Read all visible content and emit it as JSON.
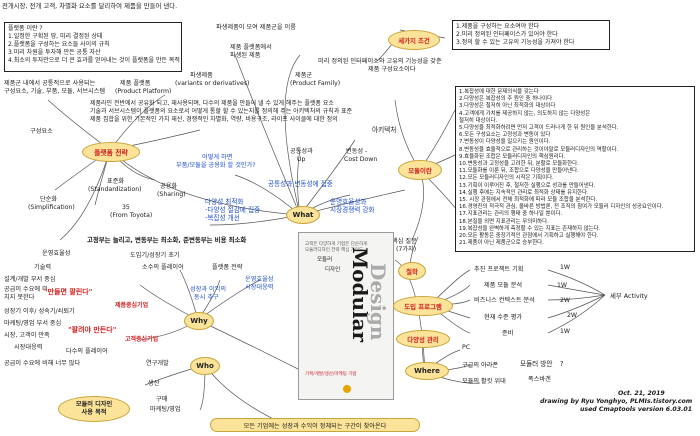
{
  "header": {
    "top_note": "전개시장, 전개 고객, 차별화 요소를 달리하여 제품을 만들어 낸다.",
    "center_bar": "고정부는 늘리고, 변동부는 최소화, 준변동부는 비용 최소화",
    "bottom_bar": "모든 기업에는 성장과 수익이 정체되는 구간이 찾아온다"
  },
  "nodes": {
    "platform": "플랫폼 전략",
    "what": "What",
    "why": "Why",
    "who": "Who",
    "where": "Where",
    "three_conditions": "세가지 조건",
    "modular_benefit": "모듈이란",
    "philosophy": "철학",
    "intro_program": "도입 프로그램",
    "variety_mgmt": "다양성 관리",
    "modular_purpose": "모듈러 디자인\n사용 목적"
  },
  "platform_box": [
    "플랫폼 이란 ?",
    "1.일정한 구획된 땅, 미리 결정된 상태",
    "2.플랫폼을 구성하는 요소들 사이의 규칙",
    "3.미리 차원을 투자해 만든 공통 자산",
    "4.최소의 투자만으로 더 큰 효과를 얻어내는 것이 플랫폼을 만든 목적"
  ],
  "conditions_box": [
    "1.제품을 구성하는 요소여야 한다",
    "2.미리 정의된 인터페이스가 있어야 한다",
    "3.정의 할 수 있는 고유의 기능성을 가져야 한다"
  ],
  "list_box": [
    "1.복잡성에 대한 문제의식을 갖는다",
    "2.다양성은 복잡성의 주 원인 중 하나이다",
    "3.다양성은 철저히 아닌 최적화의 대상이다",
    "4.고객에게 가치를 제공하지 않는, 의도하지 않는 다양성은",
    "   철저히 대상이다.",
    "5.다양성을 최적화하려면 먼저 고객이 드러나게 한 뒤 원인을 분석한다.",
    "6.모든 구성요소는 고정성과 변동이 있다",
    "7.변동성이 다양성을 일으키는 원인이다.",
    "8.변동성을 효율적으로 관리하는 것이야말로 모듈러디자인의 역할이다.",
    "9.효율화된 조합은 모듈러디자인의 핵심원리다.",
    "10.변동성과 고정성을 고려한 뒤, 분할로 모듈화한다.",
    "11.모듈화를 이룬 뒤, 조합으로 다양성을 만들어낸다.",
    "12.모든 모듈러디자인의 시작은 기획이다.",
    "13.기획이 이루어진 후, 철저한 실행으로 성과를 만들어낸다.",
    "14.실행 후에는 지속적인 관리로 최적화 상태를 유지한다.",
    "15. 시장 관점에서 전체 최적화에 따라 모듈 조합을 분석한다.",
    "16.경영진의 적극적 관심, 올바른 방법론, 전 조직의 참여가 모듈러 디자인의 성공요인이다.",
    "17.지표관리는 관리의 행태 중 하나일 뿐이다.",
    "18.본질을 외면 지표관리는 무의미하다.",
    "19.복잡성을 완벽하게 측정할 수 있는 지표는 존재하지 않는다.",
    "20.모든 활동은 중장기적인 관점에서 기획하고 실행해야 한다.",
    "21.제품이 아닌 제품군으로 승부한다."
  ],
  "labels": {
    "derived_products": "파생제품이 모여 제품군을 이룸",
    "product_platform_def": "제품군 내에서 공통적으로 사용되는",
    "product_platform_def2": "구성요소, 기술, 부품, 모듈, 서브시스템",
    "product_platform": "제품 플랫폼",
    "product_platform_en": "(Product Platform)",
    "derivative": "제품 플랫폼에서",
    "derivative2": "파생된 제품",
    "derivative_title": "파생제품",
    "derivative_en": "(variants or derivatives)",
    "family": "제품군",
    "family_en": "(Product Family)",
    "interface_note": "미리 정의된 인터페이스와 고유의 기능성을 갖춘",
    "interface_note2": "제품 구성요소이다",
    "architecture": "아키텍처",
    "platform_para1": "제품라인 전반에서 공유화 되고, 재사용되며, 다수의 제품을 만들어 낼 수 있게 해주는 플랫폼 요소",
    "platform_para2": "기술과 서브시스템이 플랫폼의 요소로서 어떻게 통할 할 수 있는지를 정의해 주는 아키텍처의 규칙과 표준",
    "platform_para3": "제품 집합을 위한 기본적인 가치 재산, 경쟁적인 차별화, 역량, 비용구조, 라이프 사이클에 대한 정의",
    "components": "구성요소",
    "question_platform": "어떻게 하면",
    "question_platform2": "부품/모듈을 공용화 할 것인가?",
    "standardization": "표준화",
    "standardization_en": "(Standardization)",
    "sharing": "공용화",
    "sharing_en": "(Sharing)",
    "simplification": "단순화",
    "simplification_en": "(Simplification)",
    "toyota": "35",
    "toyota_en": "(From Toyota)",
    "fixed_cost": "공통성과",
    "fixed_cost2": "Up",
    "variable_cost": "변동성 -",
    "variable_cost2": "Cost Down",
    "concentration": "공통성과 변동성에 집중",
    "variety_opt": "다양성 최적화",
    "variety_opt2": "-다양성 절감에 집중",
    "variety_opt3": "-복잡성 개선",
    "ops": "운영효율성과",
    "ops2": "시장경쟁력 강화",
    "core_question": "핵심 질문",
    "core_question2": "(7가지)",
    "ops_efficiency": "운영효율성",
    "tech": "기술력",
    "design_dev": "설계/개발 부서 중심",
    "supply": "공급이 수요에 미",
    "supply2": "치지 못한다",
    "make_fast": "\"만들면 팔린다\"",
    "growth": "성장기 이후/ 성숙기/쇠퇴기",
    "marketing": "마케팅/영업 부서 중심",
    "market": "시장, 고객이 만족",
    "sell_fast": "\"팔려야 만든다\"",
    "market_centric": "시장대응력",
    "many_sales": "다수의 플레이어",
    "supply_exceeds": "공급이 수요에 비해 너무 많다",
    "product_centric": "제품중심기업",
    "customer_centric": "고객중심기업",
    "intro_growth": "도입기/성장기 초기",
    "few_players": "소수의 플레이어",
    "product_strategy": "플랫폼 전략",
    "growth_multiple": "운영효율성",
    "market_growth": "시장대응력",
    "growth_pursuit": "성장과 이익의",
    "growth_pursuit2": "동시 추구",
    "rnd": "연구개발",
    "production": "생산",
    "purchase": "구매",
    "marketing_sales": "마케팅/영업",
    "promote": "추진 프로젝트 기획",
    "mod_analysis": "제품 모듈 분석",
    "biz_analysis": "비즈니스 컨텍스트 분석",
    "current_eval": "현재 수준 평가",
    "prep": "준비",
    "w1": "1W",
    "w2": "1W",
    "w3": "2W",
    "w4": "2W",
    "w5": "1W",
    "seven_activity": "세부 Activity",
    "pc": "PC",
    "car": "구글의 아라폰",
    "modular_plan": "모듈러 방안",
    "modular_plan_q": "?",
    "volkswagen": "모듈의 활킷 위대",
    "vw_mqb": "폭스바겐"
  },
  "credit": {
    "date": "Oct. 21, 2019",
    "author": "drawing by Ryu Yonghyo, PLMIs.tistory.com",
    "tool": "used Cmaptools version 6.03.01"
  },
  "book": {
    "title1": "Modular",
    "title2": "Design",
    "sub1": "모듈러",
    "sub2": "디자인",
    "small1": "고객은 다양하게 기업은 단순하게",
    "small2": "기획/개발/생산/마케팅 기법",
    "small3": "모듈러디자인 전략 핵심 가이드"
  }
}
